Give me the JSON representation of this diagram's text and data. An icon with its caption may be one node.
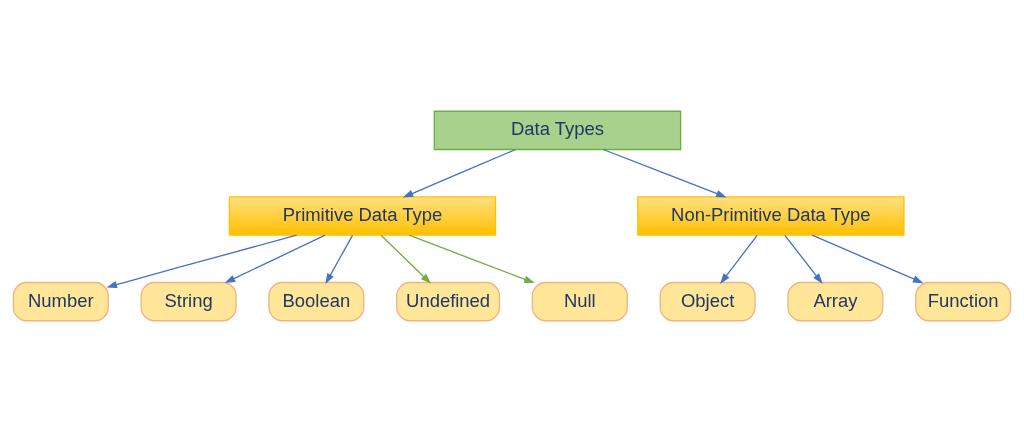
{
  "diagram": {
    "nodes": [
      {
        "text": [
          "Data Types"
        ]
      },
      {
        "text": [
          "Primitive Data Type"
        ]
      },
      {
        "text": [
          "Non-Primitive Data Type"
        ]
      },
      {
        "text": [
          "Number"
        ]
      },
      {
        "text": [
          "String"
        ]
      },
      {
        "text": [
          "Boolean"
        ]
      },
      {
        "text": [
          "Undefined"
        ]
      },
      {
        "text": [
          "Null"
        ]
      },
      {
        "text": [
          "Object"
        ]
      },
      {
        "text": [
          "Array"
        ]
      },
      {
        "text": [
          "Function"
        ]
      }
    ],
    "edges": [
      {
        "from": 0,
        "to": 1,
        "arrow": "to"
      },
      {
        "from": 0,
        "to": 2,
        "arrow": "to"
      },
      {
        "from": 1,
        "to": 3,
        "arrow": "to"
      },
      {
        "from": 1,
        "to": 4,
        "arrow": "to"
      },
      {
        "from": 1,
        "to": 5,
        "arrow": "to"
      },
      {
        "from": 1,
        "to": 6,
        "arrow": "to",
        "color": "#70ad47"
      },
      {
        "from": 1,
        "to": 7,
        "arrow": "to",
        "color": "#70ad47"
      },
      {
        "from": 2,
        "to": 8,
        "arrow": "to"
      },
      {
        "from": 2,
        "to": 9,
        "arrow": "to"
      },
      {
        "from": 2,
        "to": 10,
        "arrow": "to"
      }
    ]
  }
}
